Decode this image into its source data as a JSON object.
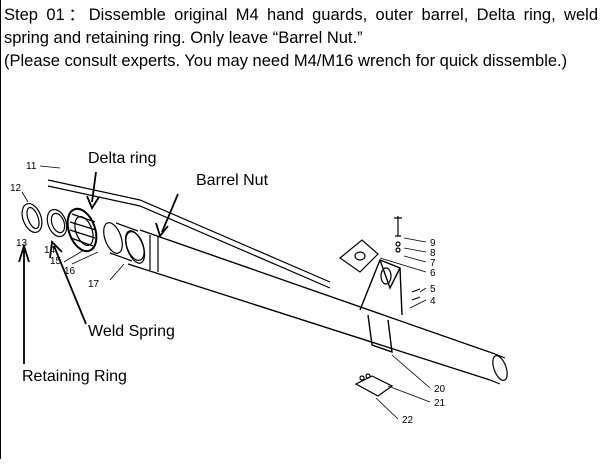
{
  "instructions": {
    "step_line": "Step 01：Dissemble original M4 hand guards, outer barrel, Delta ring, weld spring and retaining ring. Only leave “Barrel Nut.”",
    "note_line": "(Please consult experts. You may need M4/M16 wrench for quick dissemble.)"
  },
  "diagram": {
    "callouts": {
      "delta_ring": "Delta ring",
      "barrel_nut": "Barrel Nut",
      "weld_spring": "Weld Spring",
      "retaining_ring": "Retaining Ring"
    },
    "part_numbers": [
      "11",
      "12",
      "13",
      "14",
      "15",
      "16",
      "17",
      "9",
      "8",
      "7",
      "6",
      "5",
      "4",
      "20",
      "21",
      "22"
    ]
  }
}
